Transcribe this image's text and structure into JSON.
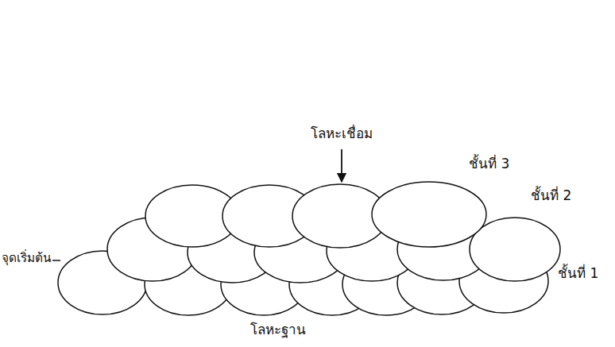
{
  "diagram": {
    "labels": [
      "โลหะเชื่อม",
      "ชั้นที่ 3",
      "ชั้นที่ 2",
      "ชั้นที่ 1",
      "จุดเริ่มต้น",
      "โลหะฐาน"
    ]
  }
}
